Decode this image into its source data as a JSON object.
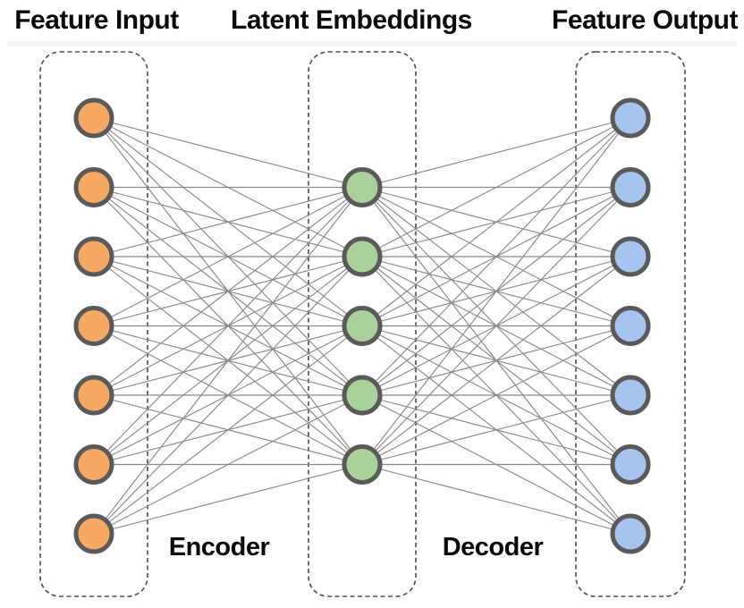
{
  "diagram": {
    "titles": {
      "input": "Feature Input",
      "latent": "Latent Embeddings",
      "output": "Feature Output"
    },
    "stage_labels": {
      "encoder": "Encoder",
      "decoder": "Decoder"
    },
    "layers": [
      {
        "name": "input",
        "node_count": 7,
        "fill": "#F5A962"
      },
      {
        "name": "latent",
        "node_count": 5,
        "fill": "#A9D19A"
      },
      {
        "name": "output",
        "node_count": 7,
        "fill": "#A6C4F0"
      }
    ],
    "connectivity": "fully-connected",
    "colors": {
      "node_stroke": "#5A5A5A",
      "edge": "#8A8A8A",
      "box_border": "#4D4D4D",
      "background": "#FFFFFF"
    }
  }
}
